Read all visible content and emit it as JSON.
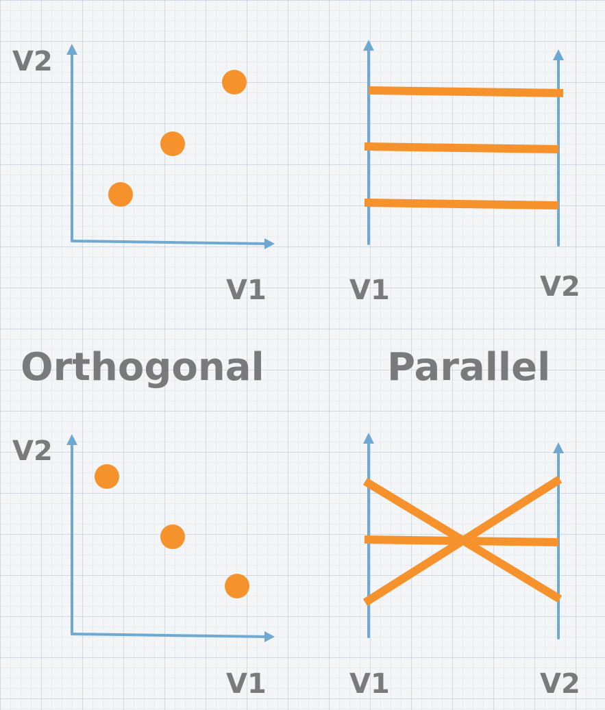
{
  "labels": {
    "v1": "V1",
    "v2": "V2",
    "orthogonal": "Orthogonal",
    "parallel": "Parallel"
  },
  "colors": {
    "axis": "#6fa9d1",
    "data": "#f6922b",
    "text": "#7a7a7a"
  }
}
